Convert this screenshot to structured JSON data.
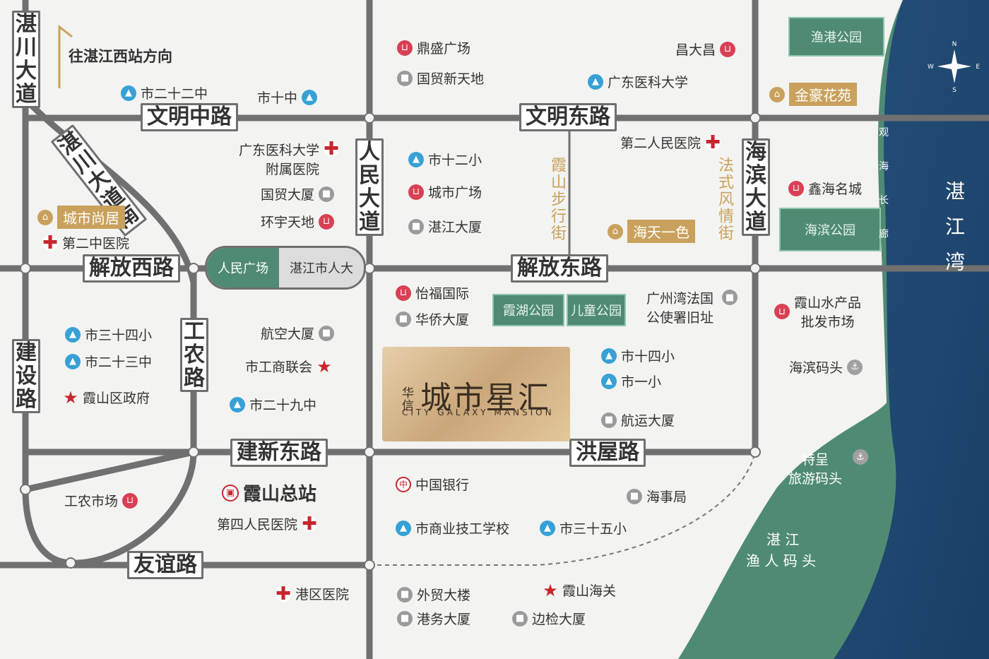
{
  "roads": {
    "wenming_zhong": "文明中路",
    "wenming_dong": "文明东路",
    "jiefang_xi": "解放西路",
    "jiefang_dong": "解放东路",
    "jianxin_dong": "建新东路",
    "hongwu": "洪屋路",
    "youyi": "友谊路",
    "zhanchuan": "湛川大道",
    "zhanchuan_nan": "湛川大道南",
    "renmin": "人民大道",
    "gongnong": "工农路",
    "jianshe": "建设路",
    "haibin": "海滨大道"
  },
  "direction_note": "往湛江西站方向",
  "streets": {
    "xiashan_walk": "霞山步行街",
    "french_street": "法式风情街"
  },
  "plaza": {
    "left": "人民广场",
    "right": "湛江市人大"
  },
  "project": {
    "brand": "华信",
    "name": "城市星汇",
    "english": "CITY GALAXY MANSION"
  },
  "parks": {
    "yugang": "渔港公园",
    "haibin": "海滨公园",
    "xiahu": "霞湖公园",
    "ertong": "儿童公园"
  },
  "residences": {
    "jinhao": "金豪花苑",
    "chengshi": "城市尚居",
    "haitian": "海天一色"
  },
  "bay": "湛江湾",
  "promenade": [
    "观",
    "海",
    "长",
    "廊"
  ],
  "pier": [
    "湛 江",
    "渔 人 码 头"
  ],
  "compass": {
    "n": "N",
    "s": "S",
    "e": "E",
    "w": "W"
  },
  "pois": {
    "shi22": "市二十二中",
    "shi10": "市十中",
    "dingsheng": "鼎盛广场",
    "guomao_xtd": "国贸新天地",
    "changdachang": "昌大昌",
    "gdmu": "广东医科大学",
    "gdmu_hosp_1": "广东医科大学",
    "gdmu_hosp_2": "附属医院",
    "guomao_ds": "国贸大厦",
    "huanyu": "环宇天地",
    "shi12x": "市十二小",
    "chengshi_gc": "城市广场",
    "zhanjiang_ds": "湛江大厦",
    "dier_renmin": "第二人民医院",
    "xinhai": "鑫海名城",
    "dier_zhong": "第二中医院",
    "yifu": "怡福国际",
    "huaqiao": "华侨大厦",
    "guangzhouwan_1": "广州湾法国",
    "guangzhouwan_2": "公使署旧址",
    "shuichan_1": "霞山水产品",
    "shuichan_2": "批发市场",
    "shi34x": "市三十四小",
    "shi23": "市二十三中",
    "xiashan_gov": "霞山区政府",
    "hangkong": "航空大厦",
    "gongshang": "市工商联会",
    "shi29": "市二十九中",
    "shi14x": "市十四小",
    "shi1x": "市一小",
    "haibin_mt": "海滨码头",
    "hangyun": "航运大厦",
    "techeng_1": "特呈",
    "techeng_2": "旅游码头",
    "gongnong_sc": "工农市场",
    "xiashan_station": "霞山总站",
    "disi_renmin": "第四人民医院",
    "boc": "中国银行",
    "haishi": "海事局",
    "shangye": "市商业技工学校",
    "shi35x": "市三十五小",
    "gangqu": "港区医院",
    "waimao": "外贸大楼",
    "gangwu": "港务大厦",
    "haiguan": "霞山海关",
    "bianjian": "边检大厦"
  }
}
